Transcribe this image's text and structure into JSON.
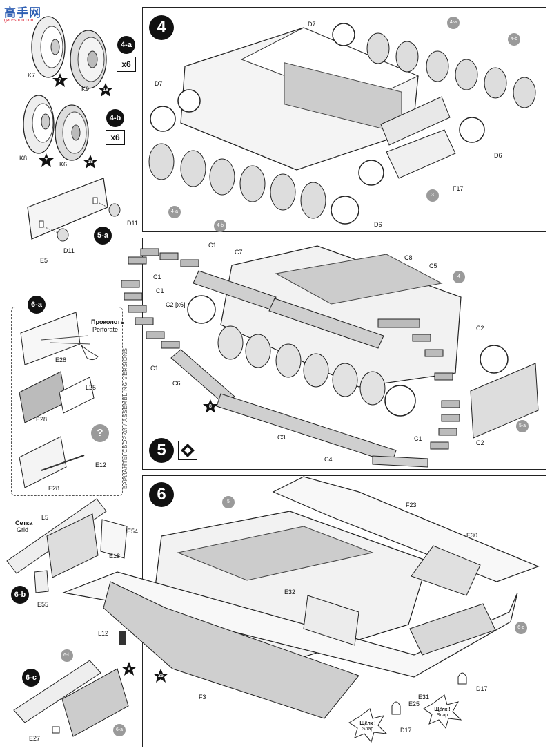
{
  "watermark": {
    "brand": "高手网",
    "url": "gao-shou.com"
  },
  "sidebar": {
    "step_4a": "4-a",
    "step_4b": "4-b",
    "step_5a": "5-a",
    "step_6a": "6-a",
    "step_6b": "6-b",
    "step_6c": "6-c",
    "qty_4a": "x6",
    "qty_4b": "x6",
    "parts": {
      "k7": "K7",
      "k9": "K9",
      "k8": "K8",
      "k6": "K6",
      "e5": "E5",
      "d11a": "D11",
      "d11b": "D11",
      "e28a": "E28",
      "e28b": "E28",
      "e28c": "E28",
      "l25": "L25",
      "e12": "E12",
      "l5": "L5",
      "e54": "E54",
      "e18": "E18",
      "e55": "E55",
      "e27": "E27"
    },
    "stars": {
      "s7a": "7",
      "s18a": "18",
      "s7b": "7",
      "s18b": "18"
    },
    "perforate_ru": "Проколоть",
    "perforate_en": "Perforate",
    "grid_ru": "Сетка",
    "grid_en": "Grid",
    "question": "?",
    "variants_caption": "ВАРИАНТЫ СБОРКИ / ASSEMBLING VERSIONS",
    "ref_6b": "6-b",
    "ref_6a": "6-a"
  },
  "step4": {
    "number": "4",
    "labels": {
      "d7a": "D7",
      "d7b": "D7",
      "d6a": "D6",
      "d6b": "D6",
      "f17": "F17",
      "a4top": "4-a",
      "b4top": "4-b",
      "a4bot": "4-a",
      "b4bot": "4-b",
      "three": "3"
    }
  },
  "step5": {
    "number": "5",
    "labels": {
      "c1a": "C1",
      "c1b": "C1",
      "c1c": "C1",
      "c1d": "C1",
      "c1e": "C1",
      "c2x6": "C2 [x6]",
      "c7": "C7",
      "c8": "C8",
      "c5": "C5",
      "c6": "C6",
      "c3": "C3",
      "c4": "C4",
      "c2a": "C2",
      "c2b": "C2",
      "four": "4",
      "a5": "5-a",
      "star8": "8"
    }
  },
  "step6": {
    "number": "6",
    "labels": {
      "five": "5",
      "f23": "F23",
      "e30": "E30",
      "e32": "E32",
      "l12": "L12",
      "f3": "F3",
      "c6": "6-c",
      "d17a": "D17",
      "d17b": "D17",
      "e25": "E25",
      "e31": "E31",
      "star8": "8",
      "star25": "25"
    },
    "snap_ru": "Щёлк !",
    "snap_en": "Snap"
  }
}
